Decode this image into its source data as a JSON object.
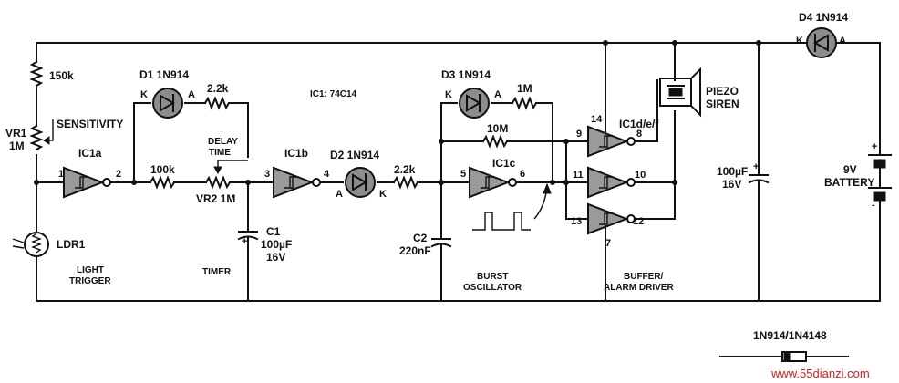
{
  "labels": {
    "r150k": "150k",
    "vr1": "VR1",
    "vr1_val": "1M",
    "sensitivity": "SENSITIVITY",
    "ldr": "LDR1",
    "light": "LIGHT",
    "trigger": "TRIGGER",
    "ic1a": "IC1a",
    "d1": "D1 1N914",
    "r22k_a": "2.2k",
    "r100k": "100k",
    "delay": "DELAY",
    "time": "TIME",
    "vr2": "VR2 1M",
    "ic_type": "IC1: 74C14",
    "ic1b": "IC1b",
    "c1": "C1",
    "c1_val": "100µF",
    "c1_v": "16V",
    "timer": "TIMER",
    "d2": "D2 1N914",
    "r22k_b": "2.2k",
    "d3": "D3 1N914",
    "r1m": "1M",
    "r10m": "10M",
    "ic1c": "IC1c",
    "c2": "C2",
    "c2_val": "220nF",
    "burst": "BURST",
    "oscillator": "OSCILLATOR",
    "ic1def": "IC1d/e/f",
    "piezo": "PIEZO",
    "siren": "SIREN",
    "buffer": "BUFFER/",
    "alarm": "ALARM DRIVER",
    "cap_val": "100µF",
    "cap_v": "16V",
    "d4": "D4 1N914",
    "battery_v": "9V",
    "battery": "BATTERY",
    "diode_type": "1N914/1N4148",
    "watermark": "www.55dianzi.com"
  },
  "pins": {
    "p1": "1",
    "p2": "2",
    "p3": "3",
    "p4": "4",
    "p5": "5",
    "p6": "6",
    "p7": "7",
    "p8": "8",
    "p9": "9",
    "p10": "10",
    "p11": "11",
    "p12": "12",
    "p13": "13",
    "p14": "14"
  },
  "terminals": {
    "k": "K",
    "a": "A",
    "plus": "+",
    "minus": "-"
  }
}
